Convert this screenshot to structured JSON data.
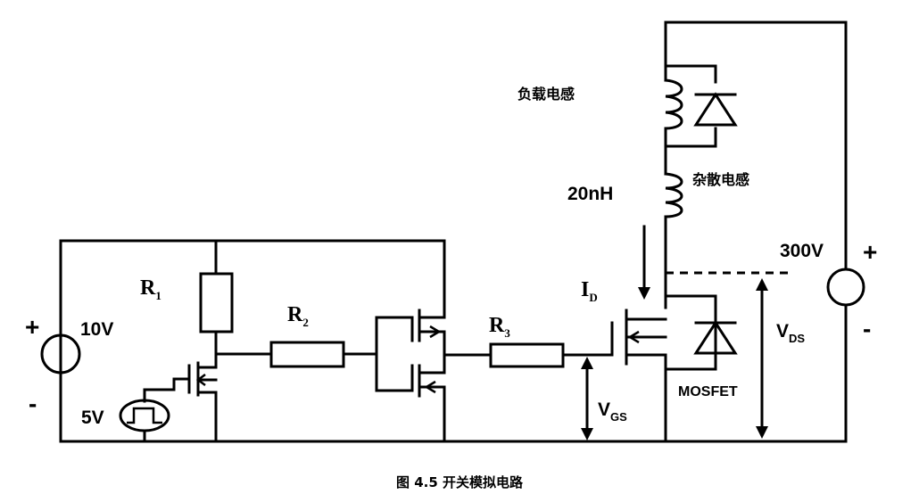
{
  "labels": {
    "load_inductance": "负载电感",
    "stray_inductance": "杂散电感",
    "stray_value": "20nH",
    "v_high": "300V",
    "v_gate_supply": "10V",
    "v_pulse": "5V",
    "r1_main": "R",
    "r1_sub": "1",
    "r2_main": "R",
    "r2_sub": "2",
    "r3_main": "R",
    "r3_sub": "3",
    "id_main": "I",
    "id_sub": "D",
    "vds_main": "V",
    "vds_sub": "DS",
    "vgs_main": "V",
    "vgs_sub": "GS",
    "mosfet": "MOSFET",
    "plus": "+",
    "minus": "-"
  },
  "caption": "图 4.5  开关模拟电路"
}
